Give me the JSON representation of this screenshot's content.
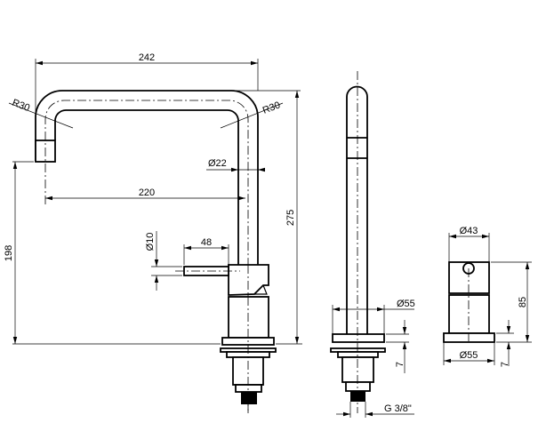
{
  "drawing": {
    "front_view": {
      "width_overall": "242",
      "spout_reach": "220",
      "height_overall": "275",
      "spout_height": "198",
      "bend_radius_left": "R30",
      "bend_radius_right": "R30",
      "tube_diameter": "Ø22",
      "handle_diameter": "Ø10",
      "handle_length": "48"
    },
    "side_view": {
      "base_diameter": "Ø55",
      "base_thickness": "7",
      "thread": "G 3/8\""
    },
    "mixer_view": {
      "body_diameter": "Ø43",
      "height": "85",
      "base_diameter": "Ø55",
      "base_thickness": "7"
    }
  }
}
